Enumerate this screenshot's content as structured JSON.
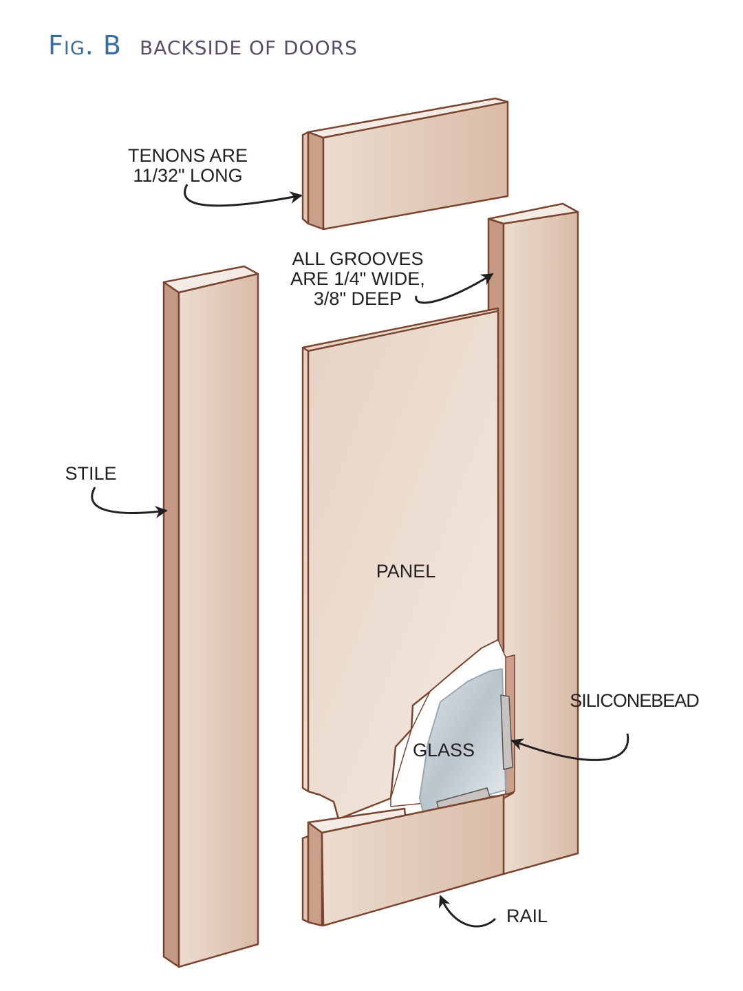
{
  "title": {
    "fig": "Fig. B",
    "text": "BACKSIDE OF DOORS"
  },
  "labels": {
    "tenons_1": "TENONS ARE",
    "tenons_2": "11/32\" LONG",
    "grooves_1": "ALL GROOVES",
    "grooves_2": "ARE 1/4\" WIDE,",
    "grooves_3": "3/8\" DEEP",
    "stile": "STILE",
    "panel": "PANEL",
    "glass": "GLASS",
    "silicone": "SILICONEBEAD",
    "rail": "RAIL"
  },
  "colors": {
    "wood_face": "#dfc4b1",
    "wood_side": "#c49a84",
    "outline": "#7a4530",
    "title_blue": "#3a6e9e"
  }
}
